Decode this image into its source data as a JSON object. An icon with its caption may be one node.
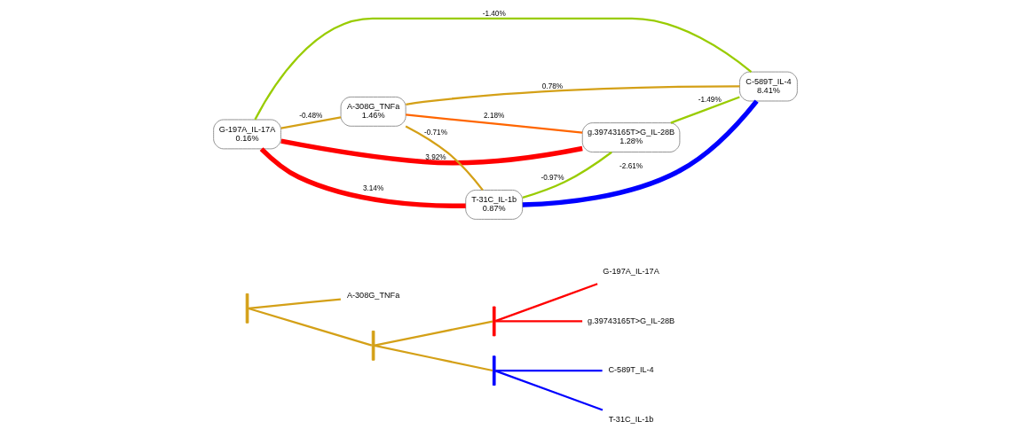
{
  "diagram": {
    "nodes": [
      {
        "text": [],
        "shape": "bar"
      },
      {
        "text": [
          "A-308G_TNFa"
        ]
      },
      {
        "text": [],
        "shape": "bar"
      },
      {
        "text": [],
        "shape": "bar"
      },
      {
        "text": [
          "G-197A_IL-17A"
        ]
      },
      {
        "text": [
          "g.39743165T>G_IL-28B"
        ]
      },
      {
        "text": [],
        "shape": "bar"
      },
      {
        "text": [
          "C-589T_IL-4"
        ]
      },
      {
        "text": [
          "T-31C_IL-1b"
        ]
      },
      {
        "text": [
          "G-197A_IL-17A",
          "0.16%"
        ]
      },
      {
        "text": [
          "A-308G_TNFa",
          "1.46%"
        ]
      },
      {
        "text": [
          "T-31C_IL-1b",
          "0.87%"
        ]
      },
      {
        "text": [
          "g.39743165T>G_IL-28B",
          "1.28%"
        ]
      },
      {
        "text": [
          "C-589T_IL-4",
          "8.41%"
        ]
      }
    ],
    "edges": [
      {
        "from": 0,
        "to": 1,
        "arrow": "none",
        "color": "#d4a017"
      },
      {
        "from": 0,
        "to": 2,
        "arrow": "none",
        "color": "#d4a017"
      },
      {
        "from": 2,
        "to": 3,
        "arrow": "none",
        "color": "#d4a017"
      },
      {
        "from": 2,
        "to": 6,
        "arrow": "none",
        "color": "#d4a017"
      },
      {
        "from": 3,
        "to": 4,
        "arrow": "none",
        "color": "#ff0000"
      },
      {
        "from": 3,
        "to": 5,
        "arrow": "none",
        "color": "#ff0000"
      },
      {
        "from": 6,
        "to": 7,
        "arrow": "none",
        "color": "#0000ff"
      },
      {
        "from": 6,
        "to": 8,
        "arrow": "none",
        "color": "#0000ff"
      },
      {
        "from": 9,
        "to": 10,
        "arrow": "none",
        "label": "-0.48%",
        "color": "#d4a017"
      },
      {
        "from": 9,
        "to": 11,
        "arrow": "none",
        "label": "3.14%",
        "style": "thick",
        "color": "#ff0000"
      },
      {
        "from": 9,
        "to": 12,
        "arrow": "none",
        "label": "3.92%",
        "style": "thick",
        "color": "#ff0000"
      },
      {
        "from": 9,
        "to": 13,
        "arrow": "none",
        "label": "-1.40%",
        "color": "#99cc00"
      },
      {
        "from": 10,
        "to": 11,
        "arrow": "none",
        "label": "-0.71%",
        "color": "#d4a017"
      },
      {
        "from": 10,
        "to": 13,
        "arrow": "none",
        "label": "0.78%",
        "color": "#d4a017"
      },
      {
        "from": 10,
        "to": 12,
        "arrow": "none",
        "label": "2.18%",
        "color": "#ff6600"
      },
      {
        "from": 11,
        "to": 12,
        "arrow": "none",
        "label": "-0.97%",
        "color": "#99cc00"
      },
      {
        "from": 11,
        "to": 13,
        "arrow": "none",
        "label": "-2.61%",
        "style": "thick",
        "color": "#0000ff"
      },
      {
        "from": 12,
        "to": 13,
        "arrow": "none",
        "label": "-1.49%",
        "color": "#99cc00"
      }
    ]
  }
}
